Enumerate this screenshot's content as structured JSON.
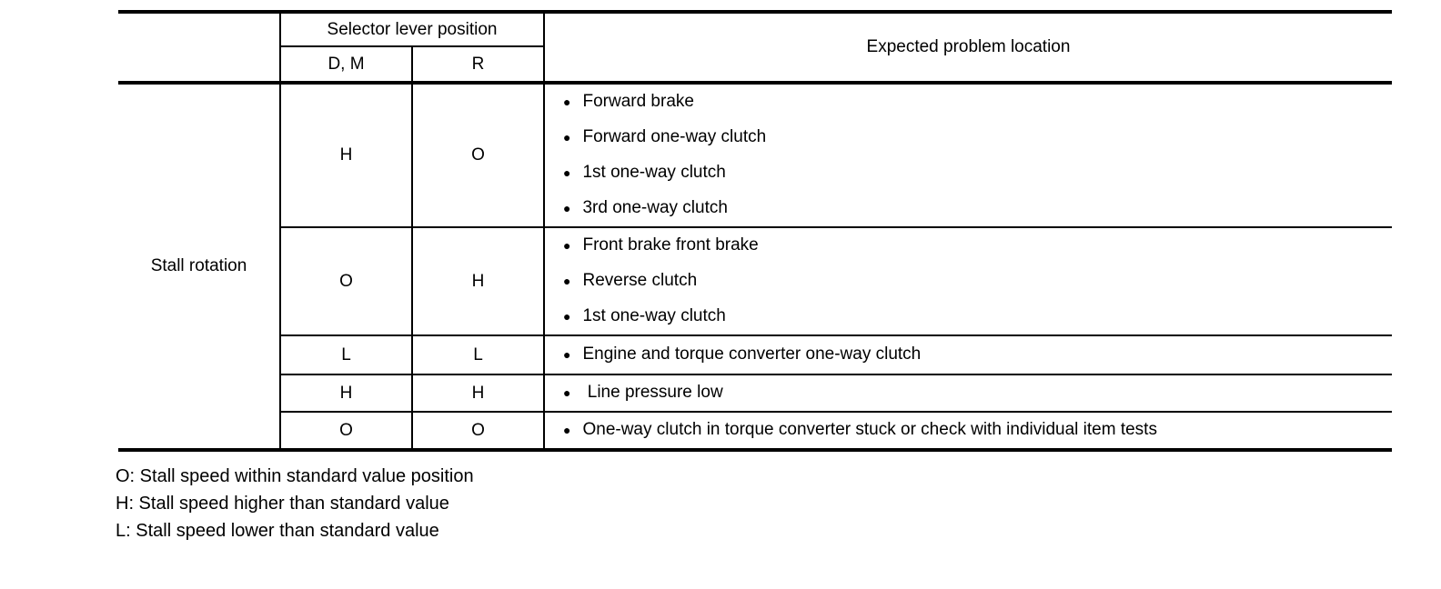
{
  "colors": {
    "text": "#000000",
    "border": "#000000",
    "background": "#ffffff"
  },
  "icons": {
    "bullet": "●"
  },
  "table": {
    "header": {
      "selector_group": "Selector lever position",
      "col_dm": "D, M",
      "col_r": "R",
      "problem_col": "Expected problem location"
    },
    "row_group_label": "Stall rotation",
    "rows": [
      {
        "dm": "H",
        "r": "O",
        "problems": [
          "Forward brake",
          "Forward one-way clutch",
          "1st one-way clutch",
          "3rd one-way clutch"
        ]
      },
      {
        "dm": "O",
        "r": "H",
        "problems": [
          "Front brake front brake",
          "Reverse clutch",
          "1st one-way clutch"
        ]
      },
      {
        "dm": "L",
        "r": "L",
        "problems": [
          "Engine and torque converter one-way clutch"
        ]
      },
      {
        "dm": "H",
        "r": "H",
        "problems": [
          " Line pressure low"
        ]
      },
      {
        "dm": "O",
        "r": "O",
        "problems": [
          "One-way clutch in torque converter stuck or check with individual item tests"
        ]
      }
    ]
  },
  "legend": {
    "lines": [
      "O: Stall speed within standard value position",
      "H: Stall speed higher than standard value",
      "L: Stall speed lower than standard value"
    ]
  }
}
